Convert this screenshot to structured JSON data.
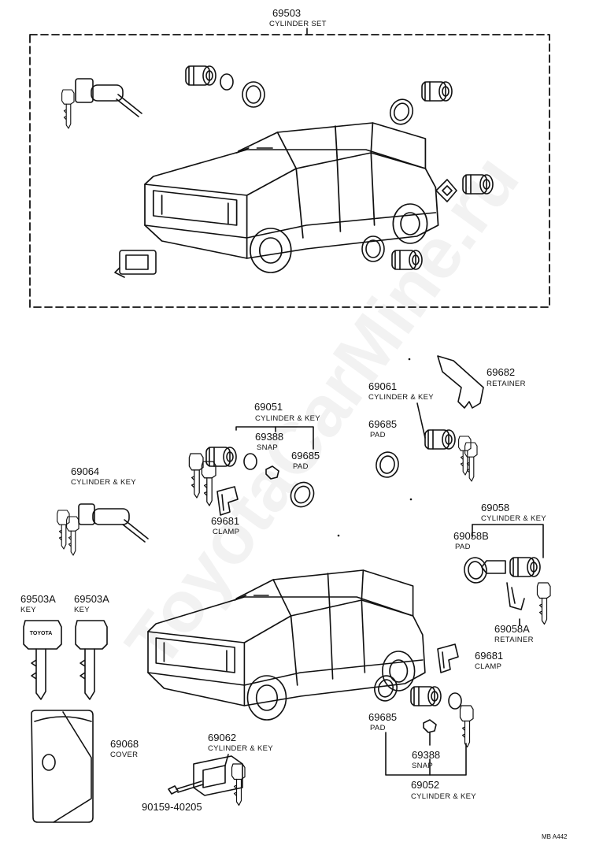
{
  "cylinder_set": {
    "code": "69503",
    "name": "CYLINDER SET"
  },
  "parts": {
    "p69051": {
      "code": "69051",
      "name": "CYLINDER & KEY"
    },
    "p69388_top": {
      "code": "69388",
      "name": "SNAP"
    },
    "p69685_mid": {
      "code": "69685",
      "name": "PAD"
    },
    "p69681_left": {
      "code": "69681",
      "name": "CLAMP"
    },
    "p69064": {
      "code": "69064",
      "name": "CYLINDER & KEY"
    },
    "p69061": {
      "code": "69061",
      "name": "CYLINDER & KEY"
    },
    "p69685_right": {
      "code": "69685",
      "name": "PAD"
    },
    "p69682": {
      "code": "69682",
      "name": "RETAINER"
    },
    "p69058": {
      "code": "69058",
      "name": "CYLINDER & KEY"
    },
    "p69058B": {
      "code": "69058B",
      "name": "PAD"
    },
    "p69058A": {
      "code": "69058A",
      "name": "RETAINER"
    },
    "p69681_right": {
      "code": "69681",
      "name": "CLAMP"
    },
    "p69503A_1": {
      "code": "69503A",
      "name": "KEY"
    },
    "p69503A_2": {
      "code": "69503A",
      "name": "KEY"
    },
    "p69068": {
      "code": "69068",
      "name": "COVER"
    },
    "p69062": {
      "code": "69062",
      "name": "CYLINDER & KEY"
    },
    "p90159": {
      "code": "90159-40205"
    },
    "p69685_bot": {
      "code": "69685",
      "name": "PAD"
    },
    "p69388_bot": {
      "code": "69388",
      "name": "SNAP"
    },
    "p69052": {
      "code": "69052",
      "name": "CYLINDER & KEY"
    }
  },
  "key_head_text": "TOYOTA",
  "corner_code": "MB A442",
  "watermark": "ToyotaCarMine.ru"
}
